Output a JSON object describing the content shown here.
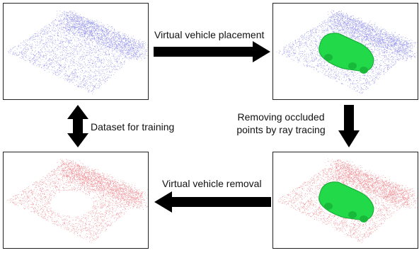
{
  "labels": {
    "placement": "Virtual vehicle placement",
    "ray_tracing": "Removing occluded points by ray tracing",
    "removal": "Virtual vehicle removal",
    "dataset": "Dataset for training"
  },
  "panels": [
    {
      "id": "top-left",
      "cloud_color": "#3b3bd8",
      "vehicle": false,
      "hole": false
    },
    {
      "id": "top-right",
      "cloud_color": "#3b3bd8",
      "vehicle": true,
      "hole": false
    },
    {
      "id": "bottom-right",
      "cloud_color": "#e0303a",
      "vehicle": true,
      "hole": true
    },
    {
      "id": "bottom-left",
      "cloud_color": "#e0303a",
      "vehicle": false,
      "hole": true
    }
  ],
  "colors": {
    "vehicle": "#22d94a",
    "arrow": "#000000"
  }
}
